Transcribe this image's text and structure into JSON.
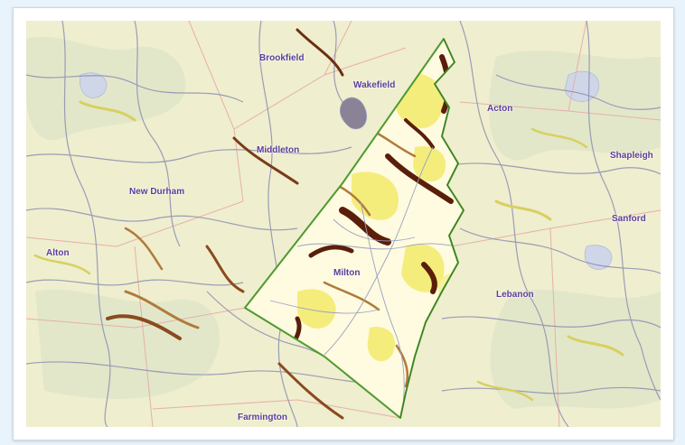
{
  "map": {
    "town_labels": [
      {
        "id": "brookfield",
        "text": "Brookfield"
      },
      {
        "id": "wakefield",
        "text": "Wakefield"
      },
      {
        "id": "acton",
        "text": "Acton"
      },
      {
        "id": "middleton",
        "text": "Middleton"
      },
      {
        "id": "shapleigh",
        "text": "Shapleigh"
      },
      {
        "id": "new-durham",
        "text": "New Durham"
      },
      {
        "id": "sanford",
        "text": "Sanford"
      },
      {
        "id": "alton",
        "text": "Alton"
      },
      {
        "id": "milton",
        "text": "Milton"
      },
      {
        "id": "lebanon",
        "text": "Lebanon"
      },
      {
        "id": "farmington",
        "text": "Farmington"
      }
    ],
    "colors": {
      "background": "#efeecf",
      "roads": "#8c8fb0",
      "town_boundaries": "#e6b0a8",
      "highlight_boundary": "#4e9a2e",
      "highlight_fill": "#fffbe0",
      "habitat_high": "#5a1e0a",
      "habitat_medium": "#b07a3a",
      "habitat_low": "#e8e05a",
      "label": "#5a3d9e"
    }
  }
}
